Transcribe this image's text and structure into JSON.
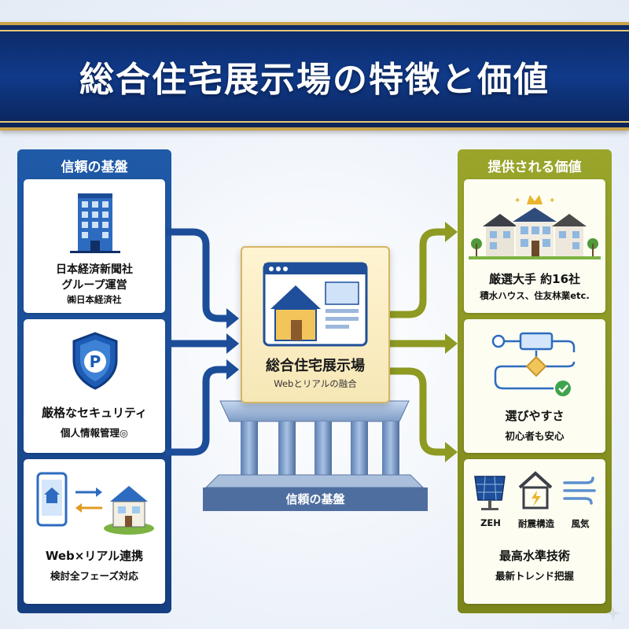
{
  "title": "総合住宅展示場の特徴と価値",
  "left_panel": {
    "title": "信頼の基盤",
    "cards": [
      {
        "icon": "office-building-icon",
        "line1": "日本経済新聞社",
        "line2": "グループ運営",
        "line3": "㈱日本経済社"
      },
      {
        "icon": "security-shield-icon",
        "line1": "厳格なセキュリティ",
        "line2": "個人情報管理◎"
      },
      {
        "icon": "smartphone-house-icon",
        "line1": "Web×リアル連携",
        "line2": "検討全フェーズ対応"
      }
    ]
  },
  "center": {
    "title": "総合住宅展示場",
    "subtitle": "Webとリアルの融合",
    "base_label": "信頼の基盤"
  },
  "right_panel": {
    "title": "提供される価値",
    "cards": [
      {
        "icon": "houses-crown-icon",
        "line1": "厳選大手 約16社",
        "line2": "積水ハウス、住友林業etc."
      },
      {
        "icon": "flowchart-icon",
        "line1": "選びやすさ",
        "line2": "初心者も安心"
      },
      {
        "icon": "tech-icons",
        "labels": [
          "ZEH",
          "耐震構造",
          "風気"
        ],
        "line1": "最高水準技術",
        "line2": "最新トレンド把握"
      }
    ]
  },
  "colors": {
    "navy": "#103a8a",
    "gold": "#c9a24a",
    "left_blue": "#1f5aa8",
    "right_olive": "#8e9a22"
  }
}
